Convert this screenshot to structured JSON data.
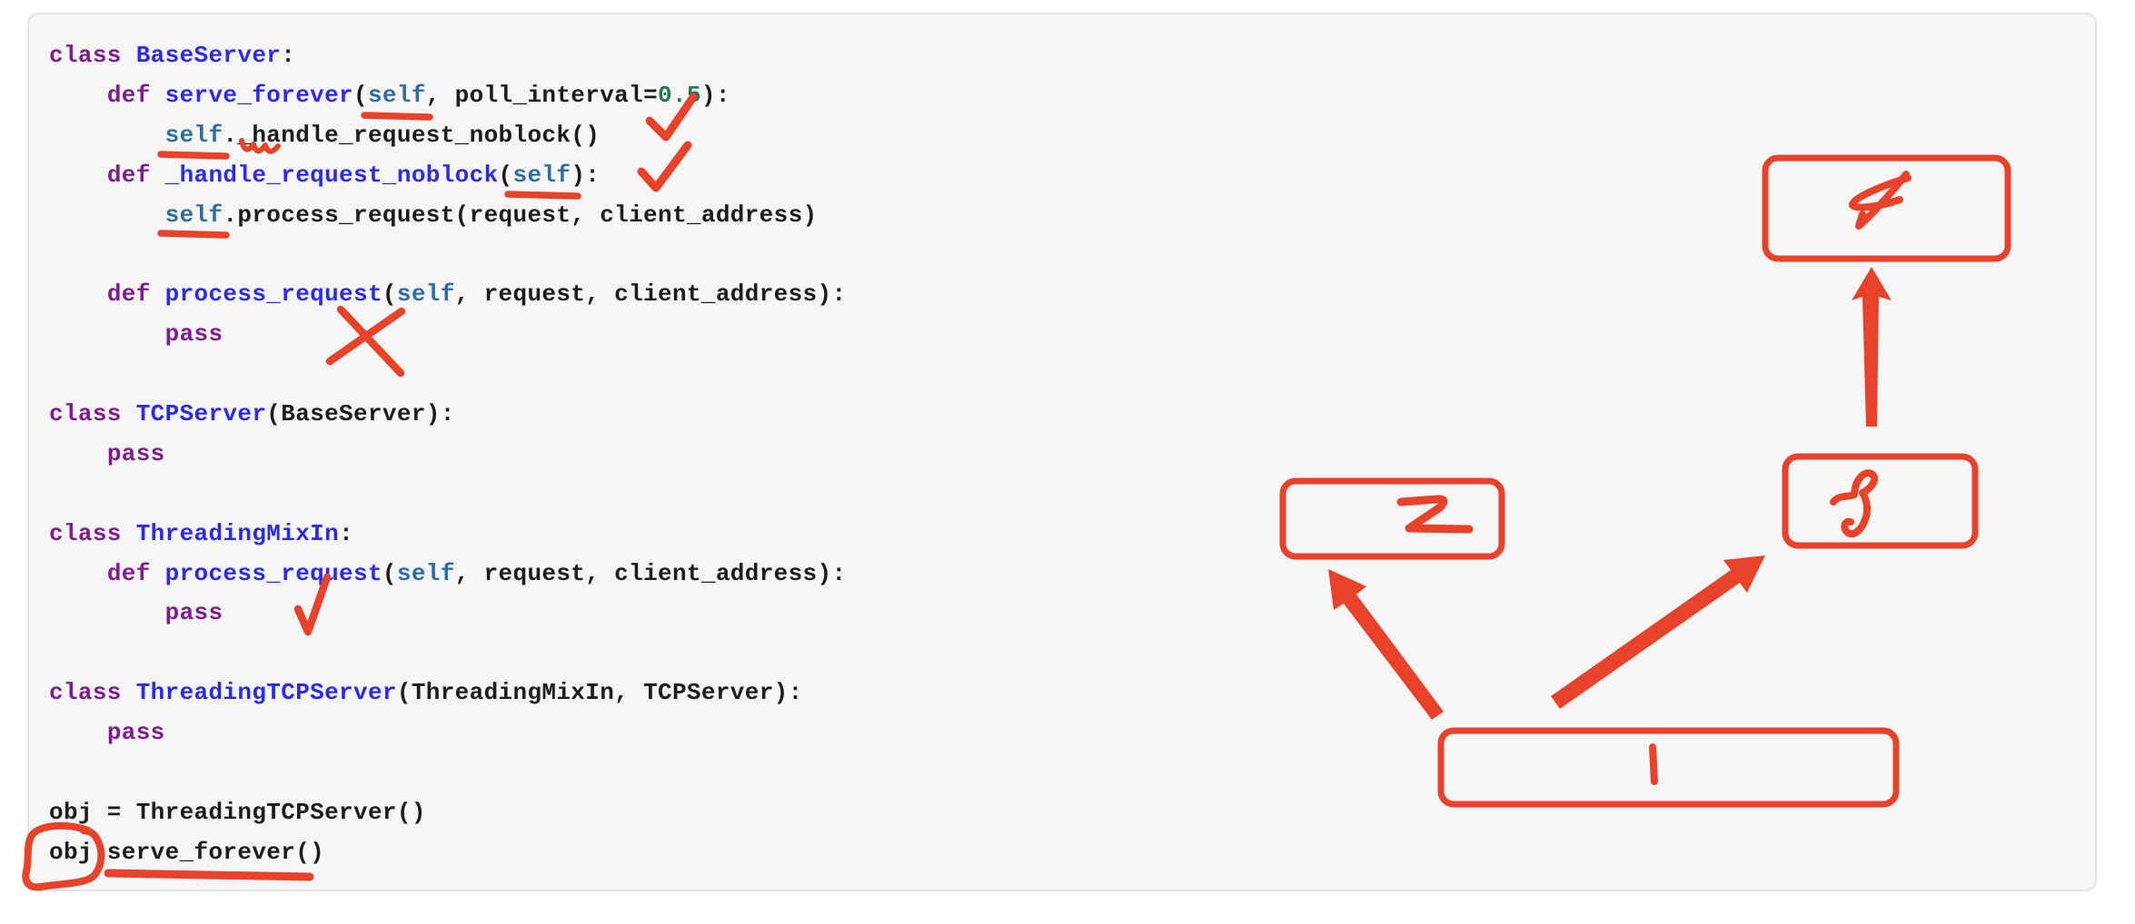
{
  "colors": {
    "ink_red": "#e8432a",
    "panel_bg": "#f6f6f7",
    "panel_border": "#e3e3e6",
    "token_keyword": "#7f1d8f",
    "token_definition": "#2b2bf0",
    "token_self": "#2e6da4",
    "token_number": "#1e7a4a",
    "token_text": "#1c1c1c"
  },
  "code": {
    "language": "python",
    "lines": [
      [
        [
          "k",
          "class"
        ],
        [
          "t",
          " "
        ],
        [
          "d",
          "BaseServer"
        ],
        [
          "t",
          ":"
        ]
      ],
      [
        [
          "t",
          "    "
        ],
        [
          "k",
          "def"
        ],
        [
          "t",
          " "
        ],
        [
          "d",
          "serve_forever"
        ],
        [
          "t",
          "("
        ],
        [
          "s",
          "self"
        ],
        [
          "t",
          ", poll_interval="
        ],
        [
          "n",
          "0.5"
        ],
        [
          "t",
          "):"
        ]
      ],
      [
        [
          "t",
          "        "
        ],
        [
          "s",
          "self"
        ],
        [
          "t",
          "._handle_request_noblock()"
        ]
      ],
      [
        [
          "t",
          "    "
        ],
        [
          "k",
          "def"
        ],
        [
          "t",
          " "
        ],
        [
          "d",
          "_handle_request_noblock"
        ],
        [
          "t",
          "("
        ],
        [
          "s",
          "self"
        ],
        [
          "t",
          "):"
        ]
      ],
      [
        [
          "t",
          "        "
        ],
        [
          "s",
          "self"
        ],
        [
          "t",
          ".process_request(request, client_address)"
        ]
      ],
      [],
      [
        [
          "t",
          "    "
        ],
        [
          "k",
          "def"
        ],
        [
          "t",
          " "
        ],
        [
          "d",
          "process_request"
        ],
        [
          "t",
          "("
        ],
        [
          "s",
          "self"
        ],
        [
          "t",
          ", request, client_address):"
        ]
      ],
      [
        [
          "t",
          "        "
        ],
        [
          "k",
          "pass"
        ]
      ],
      [],
      [
        [
          "k",
          "class"
        ],
        [
          "t",
          " "
        ],
        [
          "d",
          "TCPServer"
        ],
        [
          "t",
          "(BaseServer):"
        ]
      ],
      [
        [
          "t",
          "    "
        ],
        [
          "k",
          "pass"
        ]
      ],
      [],
      [
        [
          "k",
          "class"
        ],
        [
          "t",
          " "
        ],
        [
          "d",
          "ThreadingMixIn"
        ],
        [
          "t",
          ":"
        ]
      ],
      [
        [
          "t",
          "    "
        ],
        [
          "k",
          "def"
        ],
        [
          "t",
          " "
        ],
        [
          "d",
          "process_request"
        ],
        [
          "t",
          "("
        ],
        [
          "s",
          "self"
        ],
        [
          "t",
          ", request, client_address):"
        ]
      ],
      [
        [
          "t",
          "        "
        ],
        [
          "k",
          "pass"
        ]
      ],
      [],
      [
        [
          "k",
          "class"
        ],
        [
          "t",
          " "
        ],
        [
          "d",
          "ThreadingTCPServer"
        ],
        [
          "t",
          "(ThreadingMixIn, TCPServer):"
        ]
      ],
      [
        [
          "t",
          "    "
        ],
        [
          "k",
          "pass"
        ]
      ],
      [],
      [
        [
          "t",
          "obj = ThreadingTCPServer()"
        ]
      ],
      [
        [
          "t",
          "obj.serve_forever()"
        ]
      ]
    ]
  },
  "annotations": {
    "marks": [
      {
        "type": "underline",
        "target": "self parameter of serve_forever"
      },
      {
        "type": "underline",
        "target": "self receiver of _handle_request_noblock call"
      },
      {
        "type": "squiggle",
        "target": "_handle prefix of _handle_request_noblock call"
      },
      {
        "type": "checkmark",
        "target": "self._handle_request_noblock() call"
      },
      {
        "type": "underline",
        "target": "self parameter of _handle_request_noblock"
      },
      {
        "type": "checkmark",
        "target": "_handle_request_noblock definition"
      },
      {
        "type": "underline",
        "target": "self receiver of process_request call"
      },
      {
        "type": "x-mark",
        "target": "BaseServer.process_request definition"
      },
      {
        "type": "checkmark",
        "target": "ThreadingMixIn.process_request pass body"
      },
      {
        "type": "circle",
        "target": "obj in obj.serve_forever()"
      },
      {
        "type": "underline",
        "target": "serve_forever in obj.serve_forever()"
      }
    ]
  },
  "diagram": {
    "boxes": [
      {
        "id": "box-1",
        "label": "1"
      },
      {
        "id": "box-2",
        "label": "2"
      },
      {
        "id": "box-3",
        "label": "3"
      },
      {
        "id": "box-4",
        "label": "4"
      }
    ],
    "arrows": [
      {
        "from": "1",
        "to": "2"
      },
      {
        "from": "1",
        "to": "3"
      },
      {
        "from": "3",
        "to": "4"
      }
    ]
  }
}
